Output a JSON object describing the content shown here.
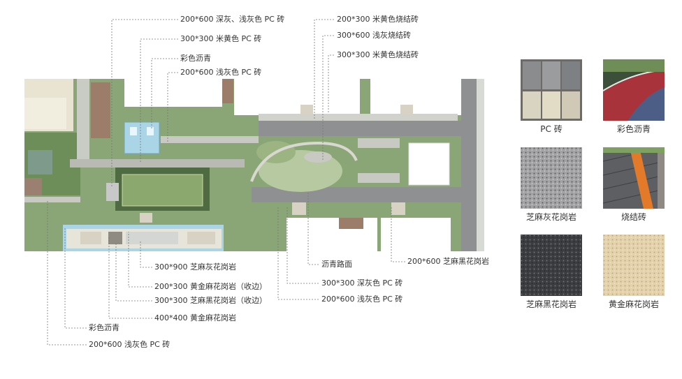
{
  "callouts_top": [
    {
      "id": "t1",
      "text": "200*600 深灰、浅灰色 PC 砖"
    },
    {
      "id": "t2",
      "text": "300*300 米黄色 PC 砖"
    },
    {
      "id": "t3",
      "text": "彩色沥青"
    },
    {
      "id": "t4",
      "text": "200*600 浅灰色 PC 砖"
    },
    {
      "id": "t5",
      "text": "200*300 米黄色烧结砖"
    },
    {
      "id": "t6",
      "text": "300*600 浅灰烧结砖"
    },
    {
      "id": "t7",
      "text": "300*300 米黄色烧结砖"
    }
  ],
  "callouts_bottom": [
    {
      "id": "b1",
      "text": "300*900 芝麻灰花岗岩"
    },
    {
      "id": "b2",
      "text": "200*300 黄金麻花岗岩（收边）"
    },
    {
      "id": "b3",
      "text": "300*300 芝麻黑花岗岩（收边）"
    },
    {
      "id": "b4",
      "text": "400*400 黄金麻花岗岩"
    },
    {
      "id": "b5",
      "text": "彩色沥青"
    },
    {
      "id": "b6",
      "text": "200*600 浅灰色 PC 砖"
    },
    {
      "id": "b7",
      "text": "沥青路面"
    },
    {
      "id": "b8",
      "text": "300*300 深灰色 PC 砖"
    },
    {
      "id": "b9",
      "text": "200*600 浅灰色 PC 砖"
    },
    {
      "id": "b10",
      "text": "200*600 芝麻黑花岗岩"
    }
  ],
  "materials": [
    {
      "id": "m1",
      "label": "PC 砖"
    },
    {
      "id": "m2",
      "label": "彩色沥青"
    },
    {
      "id": "m3",
      "label": "芝麻灰花岗岩"
    },
    {
      "id": "m4",
      "label": "烧结砖"
    },
    {
      "id": "m5",
      "label": "芝麻黑花岗岩"
    },
    {
      "id": "m6",
      "label": "黄金麻花岗岩"
    }
  ],
  "colors": {
    "leader": "#777777",
    "road": "#8f9092",
    "lawn": "#7e9a6a",
    "grass_dark": "#5e7c4e",
    "water": "#a9d5e6",
    "building": "#ffffff",
    "pave": "#c9c9c3"
  }
}
